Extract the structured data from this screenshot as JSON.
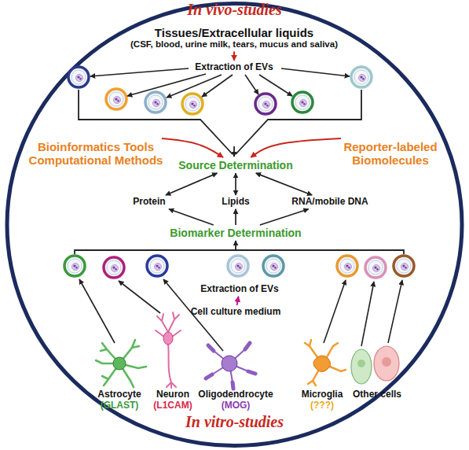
{
  "diagram": {
    "nodes": [
      {
        "text": [
          "In vivo-studies",
          "In vitro-studies"
        ]
      },
      {
        "text": [
          "Tissues/Extracellular liquids",
          "(CSF, blood, urine milk, tears, mucus and saliva)"
        ],
        "in": 0
      },
      {
        "text": [
          "Extraction of EVs"
        ],
        "in": 0
      },
      {
        "text": [
          "Bioinformatics Tools Computational Methods"
        ],
        "in": 0
      },
      {
        "text": [
          "Source Determination"
        ],
        "in": 0
      },
      {
        "text": [
          "Reporter-labeled Biomolecules"
        ],
        "in": 0
      },
      {
        "text": [
          "Protein"
        ],
        "in": 0
      },
      {
        "text": [
          "Lipids"
        ],
        "in": 0
      },
      {
        "text": [
          "RNA/mobile DNA"
        ],
        "in": 0
      },
      {
        "text": [
          "Biomarker Determination"
        ],
        "in": 0
      },
      {
        "text": [
          "Extraction of EVs"
        ],
        "in": 0
      },
      {
        "text": [
          "Cell culture medium"
        ],
        "in": 0
      },
      {
        "text": [
          "Astrocyte",
          "(GLAST)"
        ],
        "in": 0
      },
      {
        "text": [
          "Neuron",
          "(L1CAM)"
        ],
        "in": 0
      },
      {
        "text": [
          "Oligodendrocyte",
          "(MOG)"
        ],
        "in": 0
      },
      {
        "text": [
          "Microglia",
          "(???)"
        ],
        "in": 0
      },
      {
        "text": [
          "Other cells"
        ],
        "in": 0
      }
    ],
    "edges": [
      {
        "from": 1,
        "to": 2,
        "arrow": "to"
      },
      {
        "from": 3,
        "to": 4,
        "arrow": "to"
      },
      {
        "from": 5,
        "to": 4,
        "arrow": "to"
      },
      {
        "from": 4,
        "to": 6,
        "arrow": "both"
      },
      {
        "from": 4,
        "to": 7,
        "arrow": "both"
      },
      {
        "from": 4,
        "to": 8,
        "arrow": "both"
      },
      {
        "from": 9,
        "to": 6,
        "arrow": "to"
      },
      {
        "from": 9,
        "to": 7,
        "arrow": "to"
      },
      {
        "from": 9,
        "to": 8,
        "arrow": "to"
      },
      {
        "from": 11,
        "to": 10,
        "arrow": "to"
      }
    ]
  }
}
